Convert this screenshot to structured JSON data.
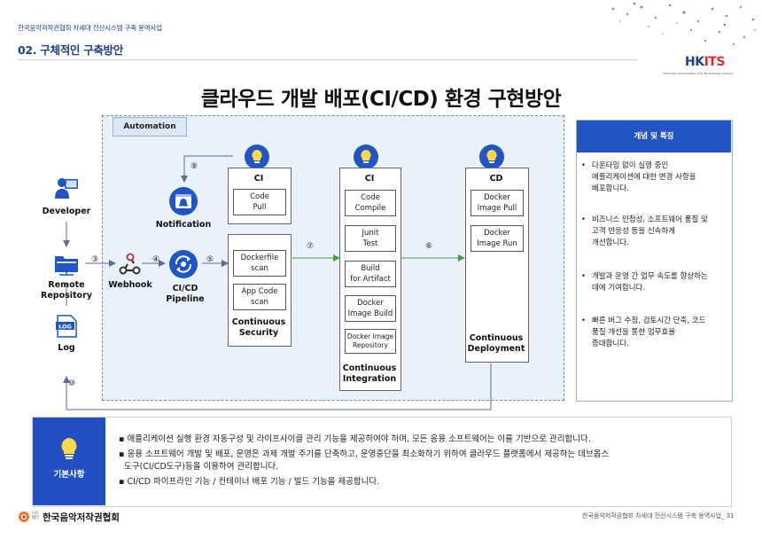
{
  "header": {
    "subtitle": "한국음악저작권협회 차세대 전산시스템 구축 용역사업",
    "section_title": "02. 구체적인 구축방안",
    "logo_text_main": "HK",
    "logo_text_accent": "ITS",
    "logo_subtitle": "Harmony Information and Technology service"
  },
  "main_title": "클라우드 개발 배포(CI/CD) 환경 구현방안",
  "diagram": {
    "automation_label": "Automation",
    "developer_label": "Developer",
    "remote_repo_label": "Remote\nRepository",
    "log_label": "Log",
    "webhook_label": "Webhook",
    "notification_label": "Notification",
    "pipeline_label": "CI/CD\nPipeline",
    "numbers": [
      "⑨",
      "③",
      "④",
      "⑤",
      "⑦",
      "⑥",
      "⑩"
    ],
    "stage1": {
      "title": "CI",
      "steps": [
        "Code\nPull"
      ]
    },
    "security": {
      "steps": [
        "Dockerfile\nscan",
        "App Code\nscan"
      ],
      "label": "Continuous\nSecurity"
    },
    "stage2": {
      "title": "CI",
      "steps": [
        "Code\nCompile",
        "Junit\nTest",
        "Build\nfor Artifact",
        "Docker\nImage Build",
        "Docker Image\nRepository"
      ],
      "label": "Continuous\nIntegration"
    },
    "stage3": {
      "title": "CD",
      "steps": [
        "Docker\nImage Pull",
        "Docker\nImage Run"
      ],
      "label": "Continuous\nDeployment"
    }
  },
  "panel": {
    "title": "개념 및 특징",
    "items": [
      "다운타임 없이 실행 중인\n애플리케이션에 대한 변경 사항을\n배포합니다.",
      "비즈니스 민첩성, 소프트웨어 품질 및\n고객 반응성 등을 신속하게\n개선합니다.",
      "개발과 운영 간 업무 속도를 향상하는\n데에 기여합니다.",
      "빠른 버그 수정, 검토시간 단축, 코드\n품질 개선을 통한 업무효율\n증대합니다."
    ]
  },
  "basic": {
    "label": "기본사항",
    "lines": [
      "▪ 애플리케이션 실행 환경 자동구성 및 라이프사이클 관리 기능을 제공하여야 하며, 모든 응용 소프트웨어는 이를 기반으로 관리합니다.",
      "▪ 응용 소프트웨어 개발 및 배포, 운영은 과제 개발 주기를 단축하고, 운영중단을 최소화하기 위하여 클라우드 플랫폼에서 제공하는 데브옵스",
      "  도구(CI/CD도구)등을 이용하여 관리합니다.",
      "▪ CI/CD 파이프라인 기능 / 컨테이너 배포 기능 / 빌드 기능을 제공합니다."
    ]
  },
  "footer": {
    "org_prefix": "(사)\n법인",
    "org_name": "한국음악저작권협회",
    "page_text": "한국음악저작권협회 차세대 전산시스템 구축 용역사업_ 31"
  },
  "colors": {
    "primary": "#2255c4",
    "header_text": "#1f3f86",
    "automation_bg": "#e9f1fa",
    "accent_red": "#d62c2c"
  }
}
